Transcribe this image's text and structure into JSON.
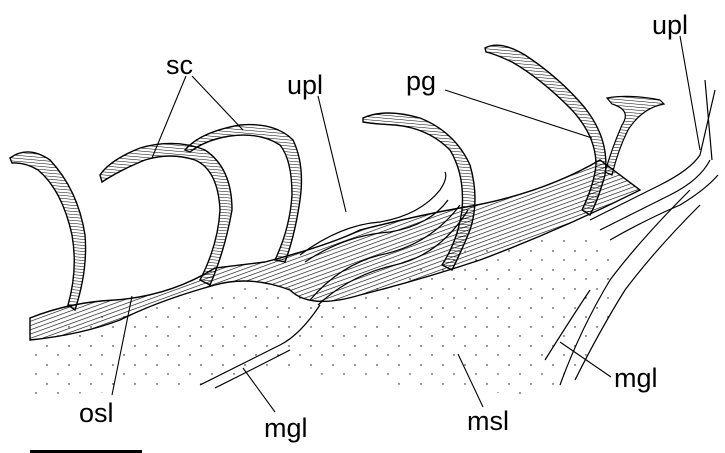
{
  "labels": {
    "sc": "sc",
    "upl_center": "upl",
    "pg": "pg",
    "upl_right": "upl",
    "osl": "osl",
    "mgl_center": "mgl",
    "msl": "msl",
    "mgl_right": "mgl"
  },
  "colors": {
    "ink": "#000000",
    "background": "#ffffff"
  }
}
